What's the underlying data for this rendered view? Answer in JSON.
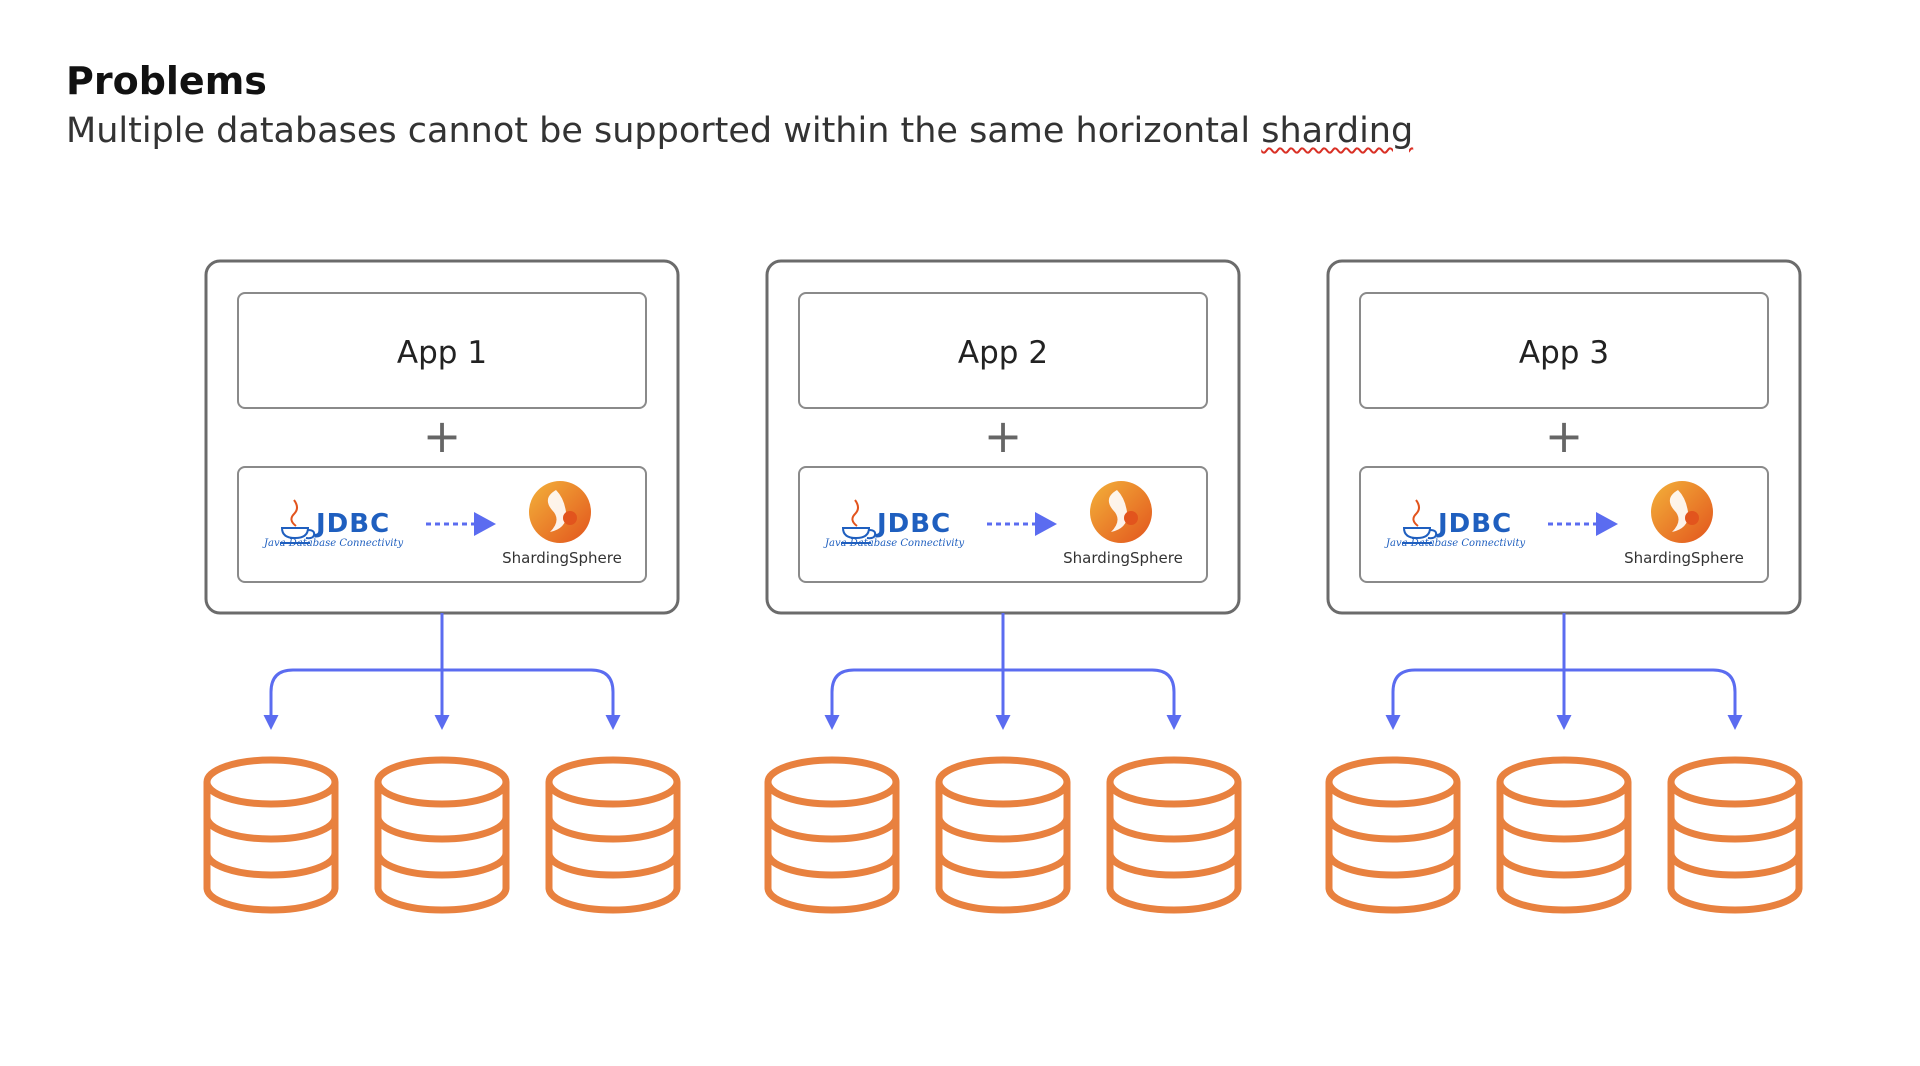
{
  "heading": "Problems",
  "subheading": {
    "text_before": "Multiple databases cannot be supported within the same horizontal ",
    "underlined_word": "sharding"
  },
  "colors": {
    "frame_border": "#6b6b6b",
    "app_box_border": "#8a8a8a",
    "arrow": "#5b6cf0",
    "database": "#e8813f",
    "jdbc_text": "#1f5fbf",
    "spellcheck_squiggle": "#d93025"
  },
  "clusters": [
    {
      "app_label": "App 1",
      "plus": "+",
      "jdbc_label": "JDBC",
      "jdbc_subtitle": "Java Database Connectivity",
      "shardingsphere_label": "ShardingSphere",
      "databases": 3
    },
    {
      "app_label": "App 2",
      "plus": "+",
      "jdbc_label": "JDBC",
      "jdbc_subtitle": "Java Database Connectivity",
      "shardingsphere_label": "ShardingSphere",
      "databases": 3
    },
    {
      "app_label": "App 3",
      "plus": "+",
      "jdbc_label": "JDBC",
      "jdbc_subtitle": "Java Database Connectivity",
      "shardingsphere_label": "ShardingSphere",
      "databases": 3
    }
  ],
  "icons": {
    "java": "java-cup-icon",
    "sharding_logo": "shardingsphere-logo-icon",
    "database": "database-cylinder-icon",
    "flow_arrow": "dashed-arrow-icon"
  }
}
